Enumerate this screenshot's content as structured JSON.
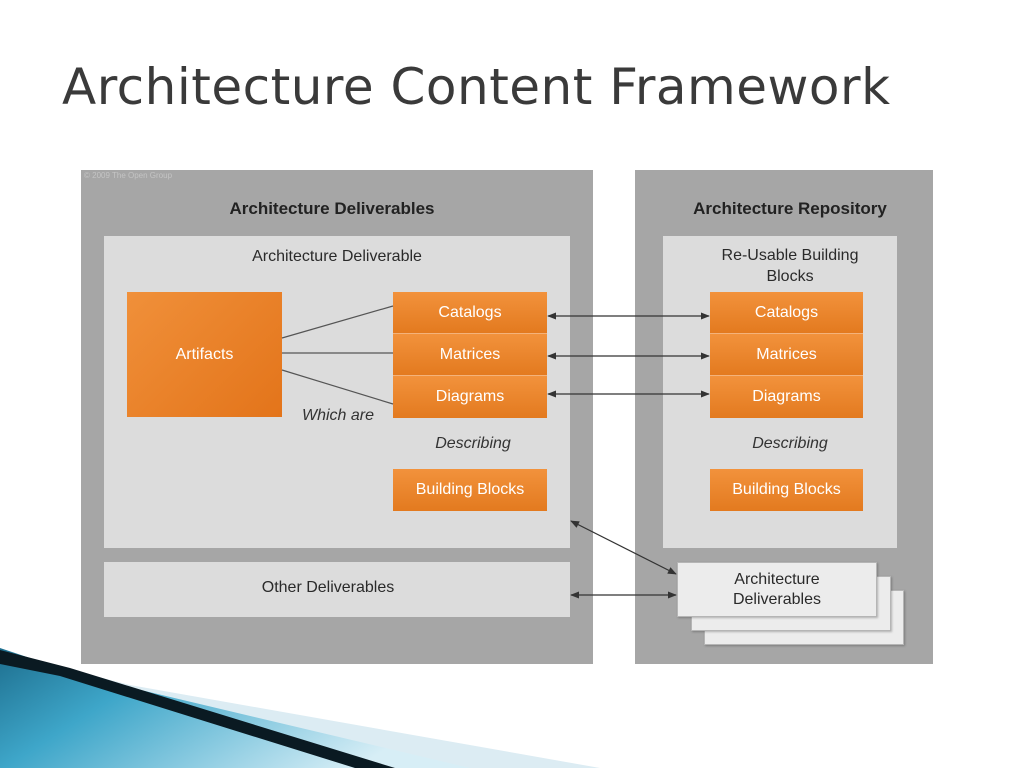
{
  "title": "Architecture Content Framework",
  "watermark": "© 2009 The Open Group",
  "left_panel": {
    "title": "Architecture Deliverables",
    "deliverable_label": "Architecture Deliverable",
    "artifacts": "Artifacts",
    "which_are": "Which are",
    "describing": "Describing",
    "items": [
      "Catalogs",
      "Matrices",
      "Diagrams"
    ],
    "building_blocks": "Building Blocks",
    "other_deliverables": "Other Deliverables"
  },
  "right_panel": {
    "title": "Architecture Repository",
    "reusable_label": "Re-Usable Building\nBlocks",
    "items": [
      "Catalogs",
      "Matrices",
      "Diagrams"
    ],
    "describing": "Describing",
    "building_blocks": "Building Blocks",
    "architecture_deliverables": "Architecture\nDeliverables"
  },
  "colors": {
    "orange": "#ec8430",
    "panel_gray": "#a6a6a6",
    "inner_gray": "#dcdcdc",
    "teal": "#2a8cb0"
  }
}
